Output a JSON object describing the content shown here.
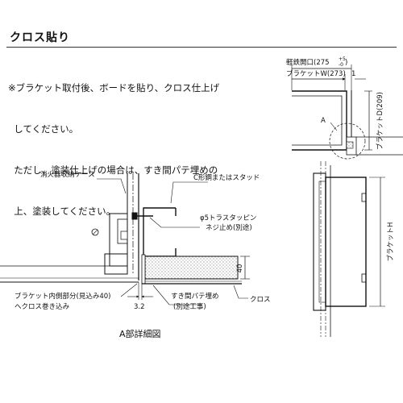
{
  "title": "クロス貼り",
  "note_lines": [
    "※ブラケット取付後、ボードを貼り、クロス仕上げ",
    "  してください。",
    "  ただし、塗装仕上げの場合は、すき間パテ埋めの",
    "  上、塗装してください。"
  ],
  "detail": {
    "case_label": "消火器収納ケース",
    "stud_label": "C形鋼またはスタッド",
    "screw_label_1": "φ5トラスタッピン",
    "screw_label_2": "ネジ止め(別途)",
    "dim_board": "40",
    "bracket_note_1": "ブラケット内側部分(見込み40)",
    "bracket_note_2": "へクロス巻き込み",
    "gap_dim": "3.2",
    "putty_1": "すき間パテ埋め",
    "putty_2": "(別途工事)",
    "cloth_label": "クロス",
    "caption": "A部詳細図"
  },
  "plan": {
    "opening_label": "軽鉄開口(275",
    "opening_tol_top": "+5",
    "opening_tol_bottom": "-0",
    "opening_close": ")",
    "bracket_w": "ブラケットW(273)",
    "gap_one": "1",
    "bracket_d": "ブラケットD(209)",
    "detail_marker": "A"
  },
  "elevation": {
    "bracket_h": "ブラケットH"
  }
}
